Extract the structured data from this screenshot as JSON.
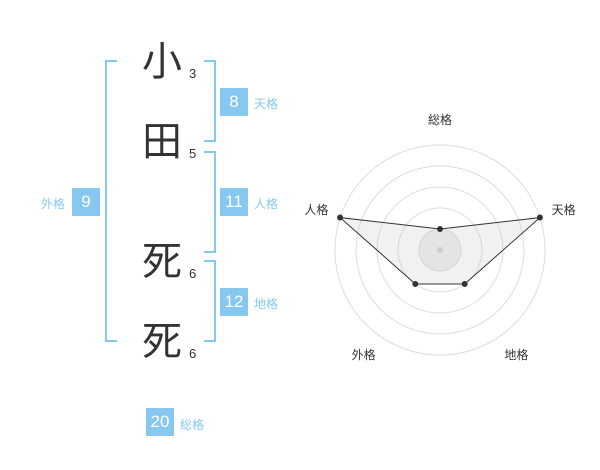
{
  "name": {
    "chars": [
      {
        "char": "小",
        "strokes": "3"
      },
      {
        "char": "田",
        "strokes": "5"
      },
      {
        "char": "死",
        "strokes": "6"
      },
      {
        "char": "死",
        "strokes": "6"
      }
    ]
  },
  "grades": {
    "tenkaku": {
      "value": "8",
      "label": "天格"
    },
    "jinkaku": {
      "value": "11",
      "label": "人格"
    },
    "chikaku": {
      "value": "12",
      "label": "地格"
    },
    "gaikaku": {
      "value": "9",
      "label": "外格"
    },
    "soukaku": {
      "value": "20",
      "label": "総格"
    }
  },
  "chart_data": {
    "type": "radar",
    "axes": [
      "総格",
      "天格",
      "地格",
      "外格",
      "人格"
    ],
    "values": [
      1,
      5,
      2,
      2,
      5
    ],
    "max": 5,
    "rings": 5
  }
}
